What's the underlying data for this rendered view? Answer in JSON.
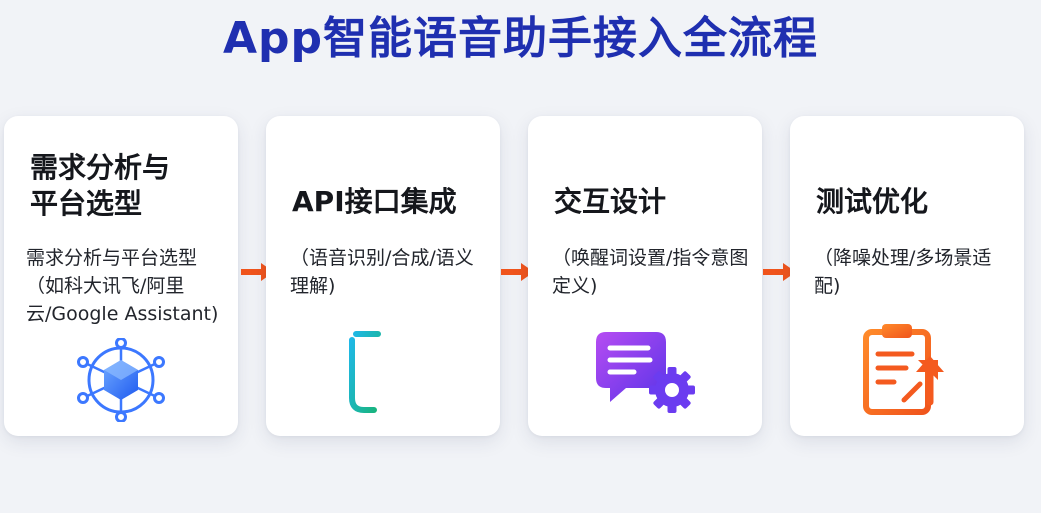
{
  "title": "App智能语音助手接入全流程",
  "steps": [
    {
      "title_line1": "需求分析与",
      "title_line2": "平台选型",
      "desc": "需求分析与平台选型（如科大讯飞/阿里云/Google Assistant)",
      "icon": "hexagon-network-icon"
    },
    {
      "title_line1": "API接口集成",
      "title_line2": "",
      "desc": "（语音识别/合成/语义理解)",
      "icon": "voice-waveform-icon"
    },
    {
      "title_line1": "交互设计",
      "title_line2": "",
      "desc": "（唤醒词设置/指令意图定义)",
      "icon": "chat-gear-icon"
    },
    {
      "title_line1": "测试优化",
      "title_line2": "",
      "desc": "（降噪处理/多场景适配)",
      "icon": "clipboard-trend-icon"
    }
  ],
  "colors": {
    "title": "#1f2fb0",
    "arrow": "#f0541c",
    "accent_blue": "#2f6bff",
    "accent_purple": "#6b3cf0",
    "accent_orange": "#f45a1f"
  }
}
